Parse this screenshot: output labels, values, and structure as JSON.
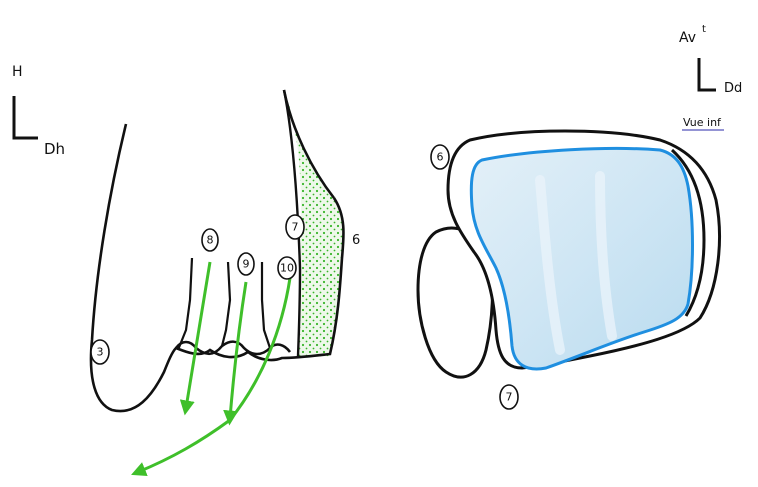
{
  "left_view": {
    "axis_top": "H",
    "axis_right": "Dh",
    "labels": {
      "n3": "3",
      "n6": "6",
      "n7": "7",
      "n8": "8",
      "n9": "9",
      "n10": "10"
    }
  },
  "right_view": {
    "axis_top": "Av",
    "axis_top_sup": "t",
    "axis_right": "Dd",
    "view_caption": "Vue inf",
    "labels": {
      "n6": "6",
      "n7": "7"
    }
  },
  "colors": {
    "ink": "#111111",
    "arrow_green": "#3fbf2a",
    "dot_green": "#38b52a",
    "tint_green": "#eef8ea",
    "outline_blue": "#1f8fe0",
    "fill_blue": "#cfe6f4",
    "caption_blue": "#2a2aa8"
  }
}
